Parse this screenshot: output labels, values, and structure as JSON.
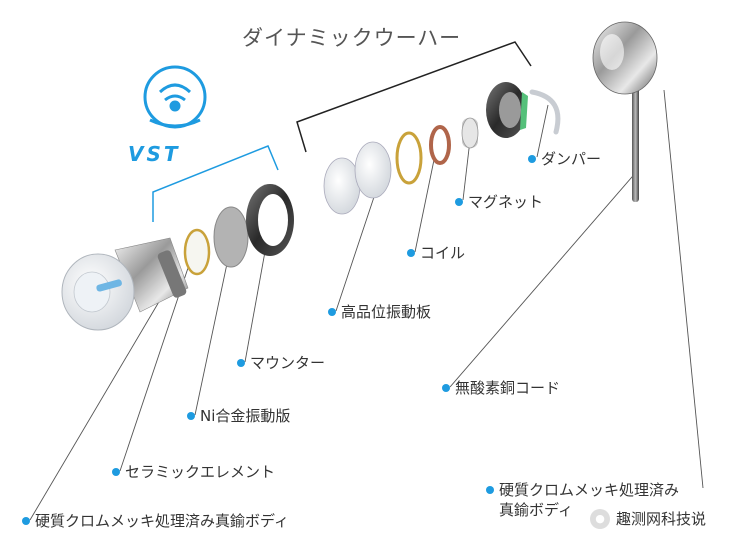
{
  "title": "ダイナミックウーハー",
  "brand": {
    "logo_text": "VST",
    "color": "#1e9be0"
  },
  "labels": {
    "damper": "ダンパー",
    "magnet": "マグネット",
    "coil": "コイル",
    "diaphragm_hq": "高品位振動板",
    "cable": "無酸素銅コード",
    "mounter": "マウンター",
    "ni_diaphragm": "Ni合金振動版",
    "ceramic": "セラミックエレメント",
    "body_left": "硬質クロムメッキ処理済み真鍮ボディ",
    "body_right_1": "硬質クロムメッキ処理済み",
    "body_right_2": "真鍮ボディ"
  },
  "watermark": "趣测网科技说",
  "colors": {
    "dot": "#1e9be0",
    "text": "#333333",
    "bracket_blue": "#1e9be0",
    "bracket_black": "#222222"
  }
}
